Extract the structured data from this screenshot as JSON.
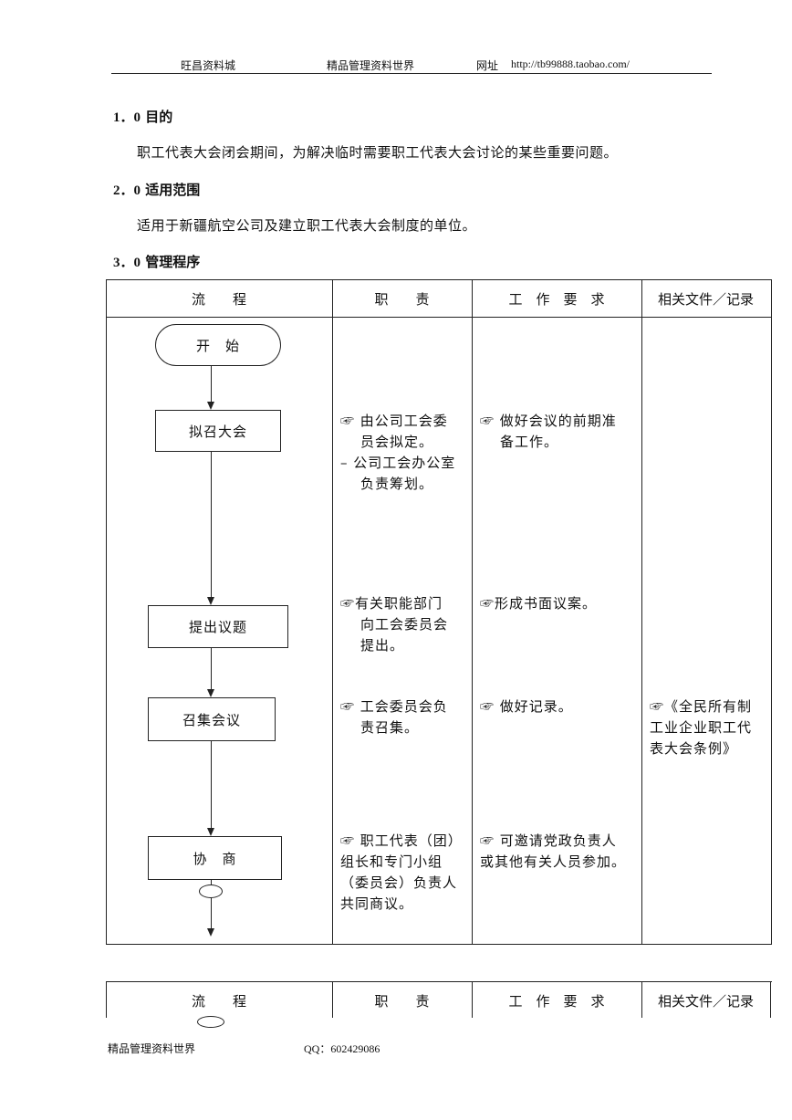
{
  "header": {
    "left": "旺昌资料城",
    "center": "精品管理资料世界",
    "url_label": "网址",
    "url": "http://tb99888.taobao.com/"
  },
  "sections": [
    {
      "num": "1．0",
      "title": "目的",
      "text": "职工代表大会闭会期间，为解决临时需要职工代表大会讨论的某些重要问题。"
    },
    {
      "num": "2．0",
      "title": "适用范围",
      "text": "适用于新疆航空公司及建立职工代表大会制度的单位。"
    },
    {
      "num": "3．0",
      "title": "管理程序"
    }
  ],
  "table": {
    "headers": [
      "流　　程",
      "职　　责",
      "工　作　要　求",
      "相关文件／记录"
    ],
    "flow": {
      "start": "开　始",
      "step1": "拟召大会",
      "step2": "提出议题",
      "step3": "召集会议",
      "step4": "协　商"
    },
    "rows": [
      {
        "duty": [
          "☞ 由公司工会委",
          "员会拟定。",
          "– 公司工会办公室",
          "负责筹划。"
        ],
        "req": [
          "☞ 做好会议的前期准",
          "备工作。"
        ],
        "docs": []
      },
      {
        "duty": [
          "☞有关职能部门",
          "向工会委员会",
          "提出。"
        ],
        "req": [
          "☞形成书面议案。"
        ],
        "docs": []
      },
      {
        "duty": [
          "☞ 工会委员会负",
          "责召集。"
        ],
        "req": [
          "☞ 做好记录。"
        ],
        "docs": [
          "☞《全民所有制",
          "工业企业职工代",
          "表大会条例》"
        ]
      },
      {
        "duty": [
          "☞ 职工代表（团）",
          "组长和专门小组",
          "（委员会）负责人",
          "共同商议。"
        ],
        "req": [
          "☞ 可邀请党政负责人",
          "或其他有关人员参加。"
        ],
        "docs": []
      }
    ]
  },
  "table2": {
    "headers": [
      "流　　程",
      "职　　责",
      "工　作　要　求",
      "相关文件／记录"
    ]
  },
  "footer": {
    "left": "精品管理资料世界",
    "qq": "QQ：602429086"
  }
}
